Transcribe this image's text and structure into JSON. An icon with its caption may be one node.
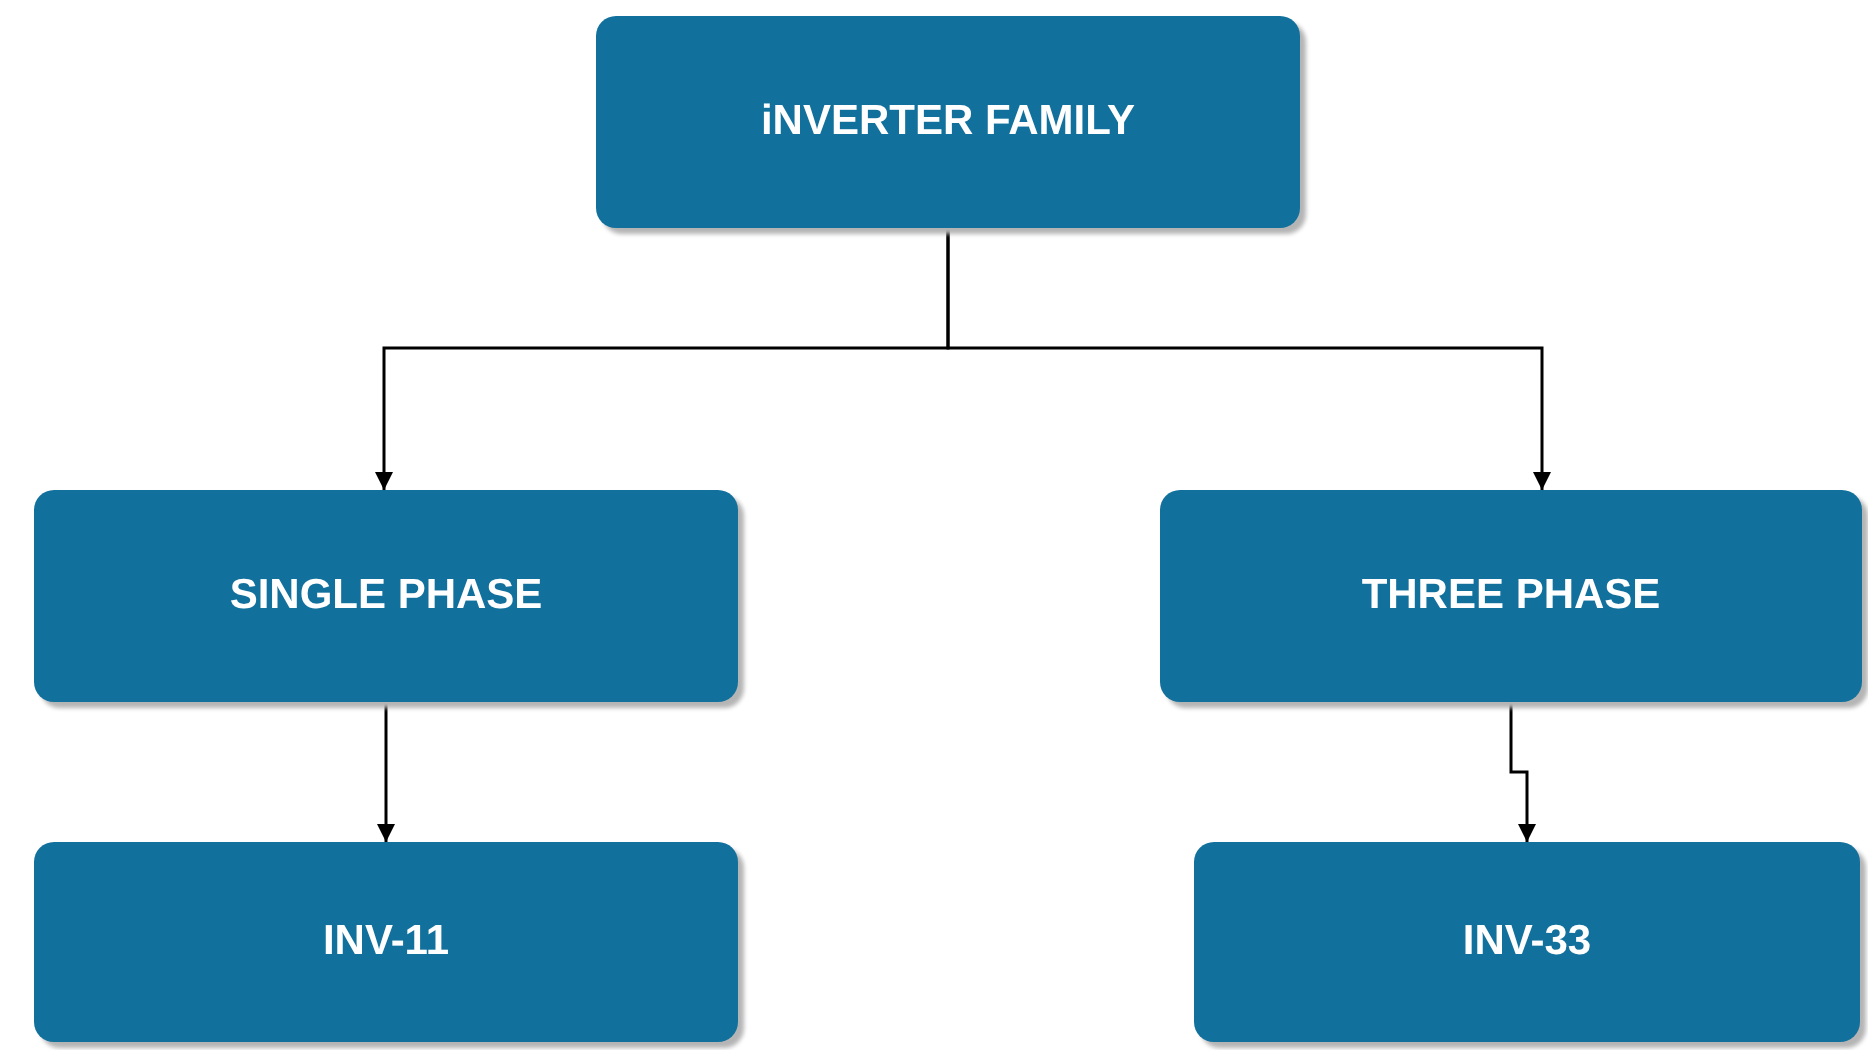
{
  "diagram": {
    "nodes": [
      {
        "text": [
          "iNVERTER FAMILY"
        ]
      },
      {
        "text": [
          "SINGLE PHASE"
        ]
      },
      {
        "text": [
          "THREE PHASE"
        ]
      },
      {
        "text": [
          "INV-11"
        ]
      },
      {
        "text": [
          "INV-33"
        ]
      }
    ],
    "edges": [
      {
        "from": 0,
        "to": 1,
        "arrow": "to"
      },
      {
        "from": 0,
        "to": 2,
        "arrow": "to"
      },
      {
        "from": 1,
        "to": 3,
        "arrow": "to"
      },
      {
        "from": 2,
        "to": 4,
        "arrow": "to"
      }
    ]
  }
}
